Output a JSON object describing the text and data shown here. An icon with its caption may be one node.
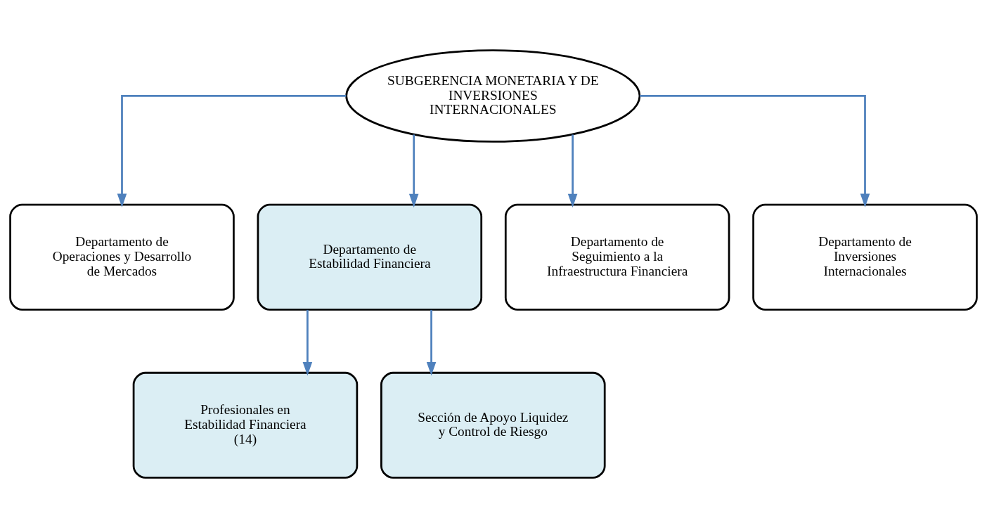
{
  "diagram": {
    "nodes": [
      {
        "text": [
          "SUBGERENCIA MONETARIA Y DE INVERSIONES INTERNACIONALES"
        ]
      },
      {
        "text": [
          "Departamento de Operaciones y Desarrollo de Mercados"
        ]
      },
      {
        "text": [
          "Departamento de Estabilidad Financiera"
        ]
      },
      {
        "text": [
          "Departamento de Seguimiento a la Infraestructura Financiera"
        ]
      },
      {
        "text": [
          "Departamento de Inversiones Internacionales"
        ]
      },
      {
        "text": [
          "Profesionales en Estabilidad Financiera (14)"
        ]
      },
      {
        "text": [
          "Sección de Apoyo Liquidez y Control de Riesgo"
        ]
      }
    ],
    "edges": [
      {
        "from": 0,
        "to": 1,
        "arrow": "to"
      },
      {
        "from": 0,
        "to": 2,
        "arrow": "to"
      },
      {
        "from": 0,
        "to": 3,
        "arrow": "to"
      },
      {
        "from": 0,
        "to": 4,
        "arrow": "to"
      },
      {
        "from": 2,
        "to": 5,
        "arrow": "to"
      },
      {
        "from": 2,
        "to": 6,
        "arrow": "to"
      }
    ]
  }
}
